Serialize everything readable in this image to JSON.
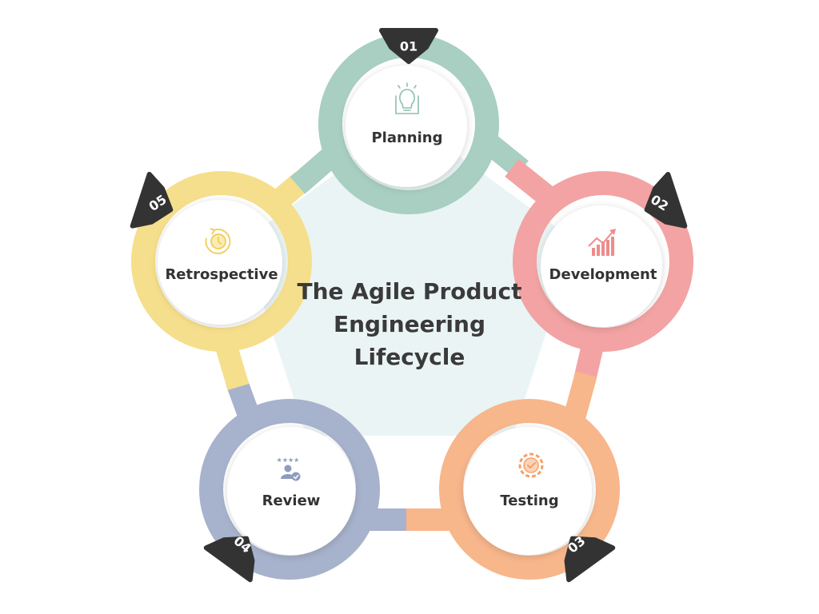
{
  "title_lines": [
    "The Agile Product",
    "Engineering",
    "Lifecycle"
  ],
  "colors": {
    "center_fill": "#eaf4f4",
    "circle_fill": "#ffffff",
    "badge_fill": "#333333",
    "text": "#333333"
  },
  "stages": [
    {
      "number": "01",
      "label": "Planning",
      "color": "#a8cfc1",
      "icon": "lightbulb-icon"
    },
    {
      "number": "02",
      "label": "Development",
      "color": "#f3a3a3",
      "icon": "growth-chart-icon"
    },
    {
      "number": "03",
      "label": "Testing",
      "color": "#f8b68b",
      "icon": "gear-check-icon"
    },
    {
      "number": "04",
      "label": "Review",
      "color": "#a7b2cc",
      "icon": "user-rating-icon"
    },
    {
      "number": "05",
      "label": "Retrospective",
      "color": "#f6df8c",
      "icon": "clock-refresh-icon"
    }
  ]
}
